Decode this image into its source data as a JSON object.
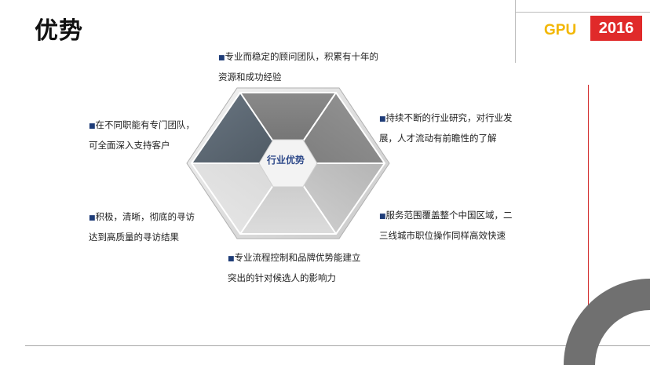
{
  "page": {
    "title": "优势",
    "brand": "GPU",
    "year": "2016"
  },
  "diagram": {
    "center": "行业优势",
    "bullet": "■",
    "items": [
      {
        "id": "top",
        "text": "专业而稳定的顾问团队，积累有十年的资源和成功经验"
      },
      {
        "id": "top-left",
        "text": "在不同职能有专门团队，可全面深入支持客户"
      },
      {
        "id": "top-right",
        "text": "持续不断的行业研究，对行业发展，人才流动有前瞻性的了解"
      },
      {
        "id": "bottom-left",
        "text": "积极，清晰，彻底的寻访达到高质量的寻访结果"
      },
      {
        "id": "bottom-right",
        "text": "服务范围覆盖整个中国区域，二三线城市职位操作同样高效快速"
      },
      {
        "id": "bottom",
        "text": "专业流程控制和品牌优势能建立突出的针对候选人的影响力"
      }
    ]
  },
  "colors": {
    "brand_yellow": "#f2b705",
    "year_red": "#e02a2a",
    "accent_line_red": "#d32f2f",
    "center_text_blue": "#2f4a8a",
    "segment_dark": "#5b6570",
    "segment_mid": "#7a7a7a",
    "segment_light": "#d9d9d9"
  }
}
